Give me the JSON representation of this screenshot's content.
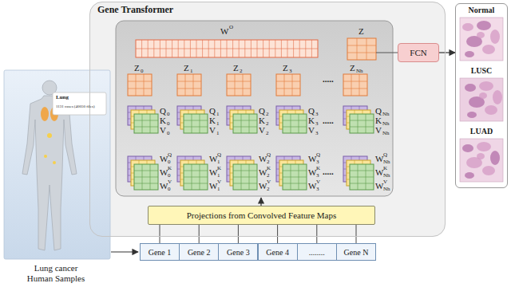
{
  "diagram": {
    "nodes": [
      {
        "text": [
          "Gene Transformer"
        ]
      },
      {
        "text": [
          "Projections from Convolved Feature Maps"
        ],
        "in": 0
      },
      {
        "text": [
          "FCN"
        ],
        "in": 0
      },
      {
        "text": [
          "Gene 1"
        ]
      },
      {
        "text": [
          "Gene 2"
        ]
      },
      {
        "text": [
          "Gene 3"
        ]
      },
      {
        "text": [
          "Gene 4"
        ]
      },
      {
        "text": [
          "........"
        ]
      },
      {
        "text": [
          "Gene N"
        ]
      },
      {
        "text": [
          "Normal",
          "LUSC",
          "LUAD"
        ]
      }
    ],
    "edges": [
      {
        "from": 3,
        "to": 1,
        "arrow": "none"
      },
      {
        "from": 4,
        "to": 1,
        "arrow": "none"
      },
      {
        "from": 5,
        "to": 1,
        "arrow": "none"
      },
      {
        "from": 6,
        "to": 1,
        "arrow": "none"
      },
      {
        "from": 7,
        "to": 1,
        "arrow": "none"
      },
      {
        "from": 8,
        "to": 1,
        "arrow": "none"
      },
      {
        "from": 2,
        "to": 9,
        "arrow": "to"
      }
    ],
    "labels": [
      "Lung",
      "1131 cases (40050 files)",
      "Lung cancer Human Samples",
      "W",
      "O",
      "Z",
      "Z",
      "0",
      "Z",
      "1",
      "Z",
      "2",
      "Z",
      "3",
      "Z",
      "Nh",
      "Q",
      "0",
      "K",
      "0",
      "V",
      "0",
      "Q",
      "1",
      "K",
      "1",
      "V",
      "1",
      "Q",
      "2",
      "K",
      "2",
      "V",
      "2",
      "Q",
      "3",
      "K",
      "3",
      "V",
      "3",
      "Q",
      "Nh",
      "K",
      "Nh",
      "V",
      "Nh",
      "W",
      "Q",
      "0",
      "W",
      "K",
      "0",
      "W",
      "V",
      "0",
      "W",
      "Q",
      "1",
      "W",
      "K",
      "1",
      "W",
      "V",
      "1",
      "W",
      "Q",
      "2",
      "W",
      "K",
      "2",
      "W",
      "V",
      "2",
      "W",
      "Q",
      "3",
      "W",
      "K",
      "3",
      "W",
      "V",
      "3",
      "W",
      "Q",
      "Nh",
      "W",
      "K",
      "Nh",
      "W",
      "V",
      "Nh",
      ".....",
      ".....",
      "....."
    ]
  }
}
